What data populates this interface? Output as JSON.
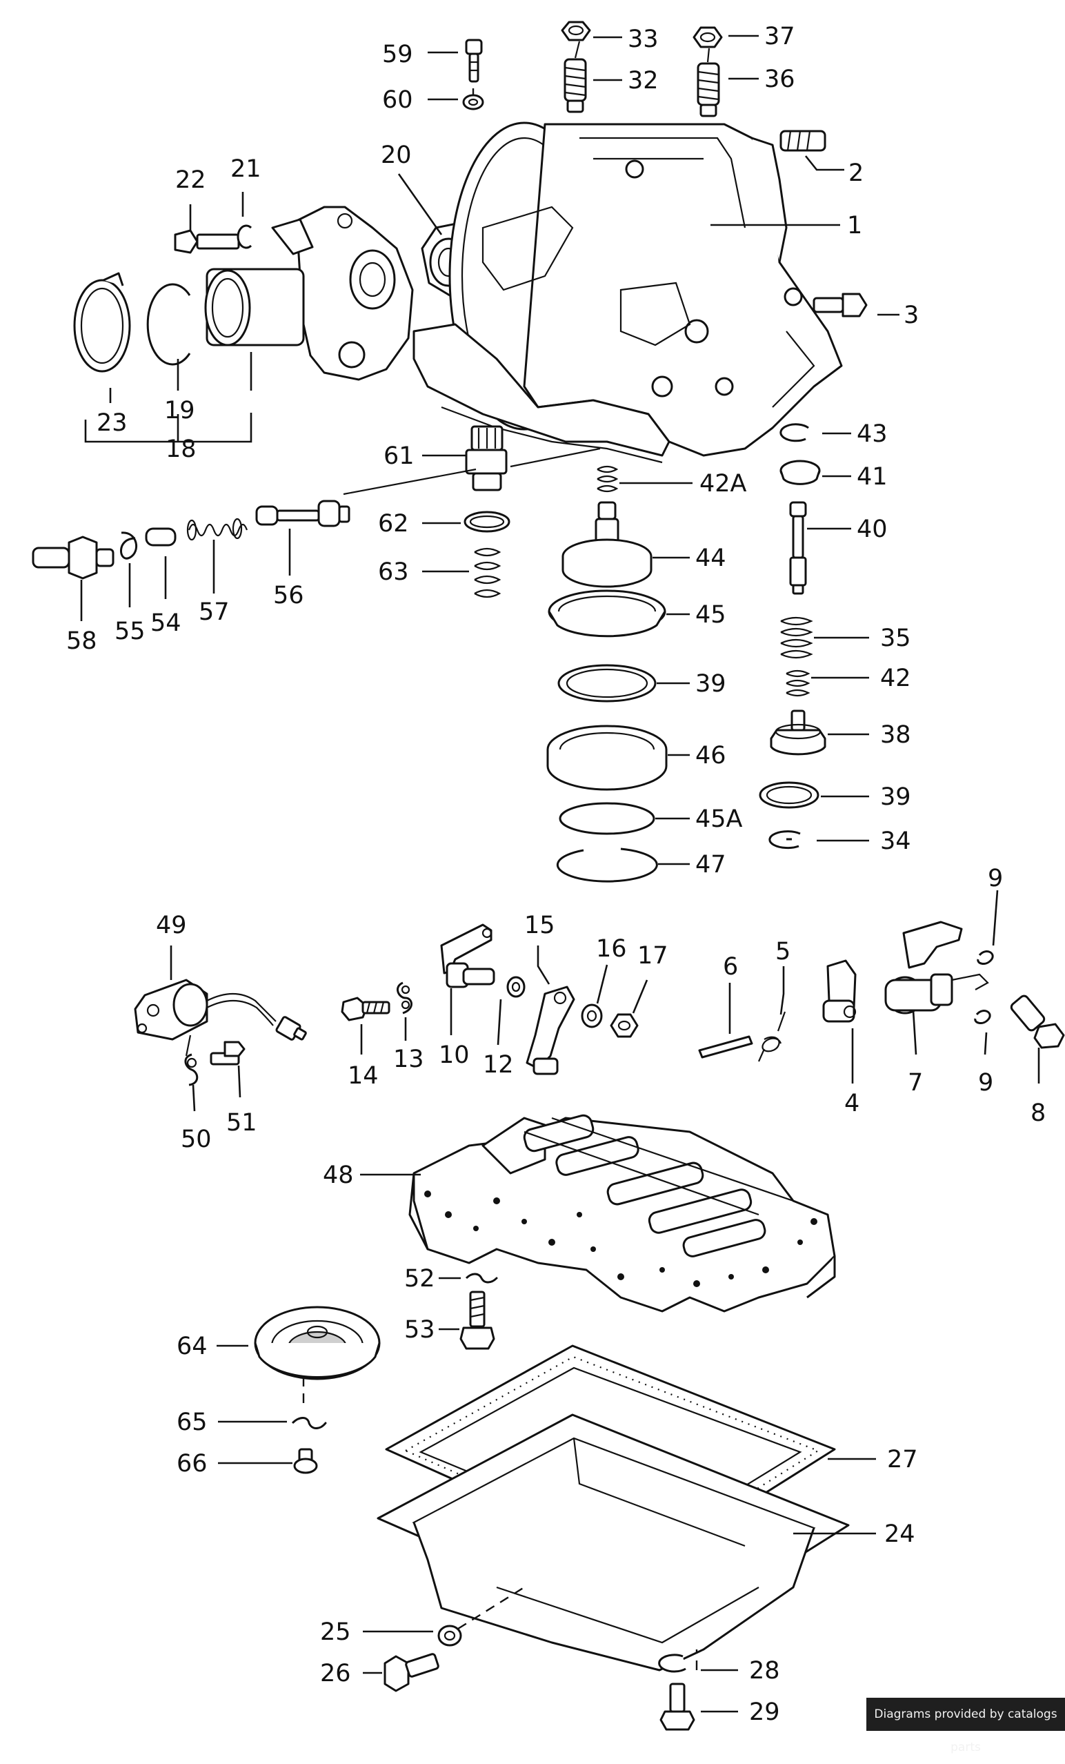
{
  "footer": {
    "credit": "Diagrams provided by catalogs parts"
  },
  "callouts": [
    "59",
    "60",
    "33",
    "32",
    "37",
    "36",
    "22",
    "21",
    "20",
    "2",
    "1",
    "3",
    "23",
    "19",
    "18",
    "61",
    "43",
    "41",
    "42A",
    "40",
    "62",
    "63",
    "44",
    "45",
    "58",
    "55",
    "54",
    "57",
    "56",
    "35",
    "42",
    "39",
    "38",
    "46",
    "45A",
    "47",
    "34",
    "49",
    "15",
    "16",
    "17",
    "6",
    "5",
    "9",
    "10",
    "12",
    "14",
    "13",
    "4",
    "7",
    "8",
    "50",
    "51",
    "48",
    "52",
    "53",
    "64",
    "65",
    "66",
    "27",
    "24",
    "25",
    "26",
    "28",
    "29"
  ]
}
